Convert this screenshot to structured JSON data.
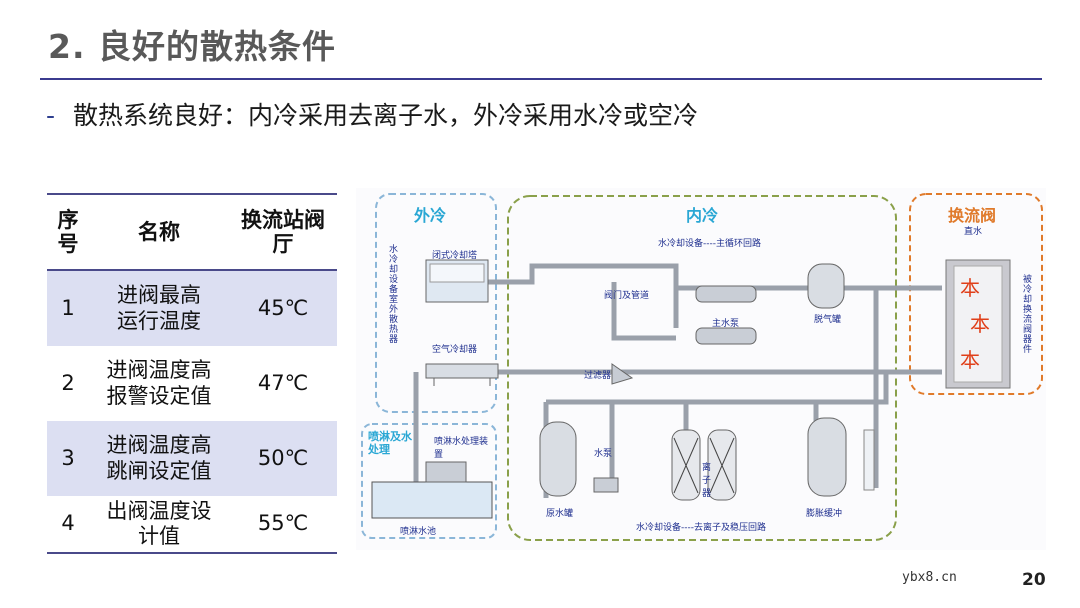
{
  "title": "2. 良好的散热条件",
  "bullet": {
    "dash": "-",
    "text": "散热系统良好：内冷采用去离子水，外冷采用水冷或空冷"
  },
  "table": {
    "headers": [
      "序\n号",
      "名称",
      "换流站阀\n厅"
    ],
    "rows": [
      {
        "no": "1",
        "name": "进阀最高运行温度",
        "value": "45℃"
      },
      {
        "no": "2",
        "name": "进阀温度高报警设定值",
        "value": "47℃"
      },
      {
        "no": "3",
        "name": "进阀温度高跳闸设定值",
        "value": "50℃"
      },
      {
        "no": "4",
        "name": "出阀温度设计值",
        "value": "55℃"
      }
    ]
  },
  "diagram": {
    "section_outer": "外冷",
    "section_inner": "内冷",
    "section_valve": "换流阀",
    "valve_sub": "直水",
    "outer_vertical": "水冷却设备室外散热器",
    "valve_vertical": "被冷却换流阀器件",
    "closed_tower": "闭式冷却塔",
    "air_cooler": "空气冷却器",
    "spray_section": "喷淋及水处理",
    "spray_treatment": "喷淋水处理装置",
    "spray_pool": "喷淋水池",
    "main_loop": "水冷却设备----主循环回路",
    "valves_pipes": "阀门及管道",
    "main_pump": "主水泵",
    "degas_tank": "脱气罐",
    "filter": "过滤器",
    "raw_tank": "原水罐",
    "pump": "水泵",
    "ion_exchanger": "离子器",
    "expansion_tank": "膨胀缓冲",
    "deion_loop": "水冷却设备----去离子及稳压回路",
    "valve_symbol": "本"
  },
  "footer": {
    "website": "ybx8.cn",
    "page": "20"
  },
  "colors": {
    "title": "#595959",
    "rule": "#3b3b8f",
    "table_shade": "#dcdff2",
    "outer_border": "#8bb6d8",
    "inner_border": "#8aa04a",
    "valve_border": "#e07a2a"
  }
}
